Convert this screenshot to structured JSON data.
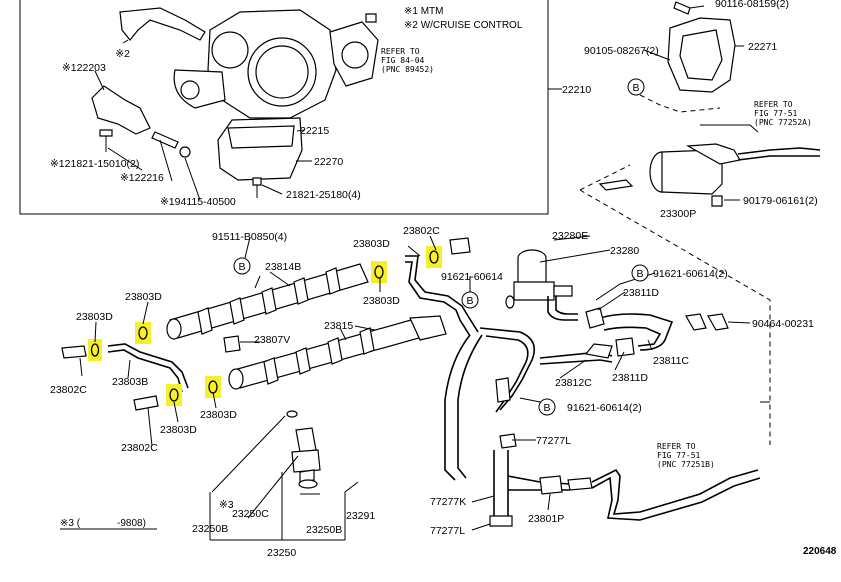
{
  "diagram": {
    "legend": {
      "note1": "※1 MTM",
      "note2": "※2 W/CRUISE CONTROL",
      "note3_mark": "※3 (",
      "note3_range": "-9808)"
    },
    "references": [
      {
        "line1": "REFER TO",
        "line2": "FIG 84-04",
        "line3": "(PNC 89452)"
      },
      {
        "line1": "REFER TO",
        "line2": "FIG 77-51",
        "line3": "(PNC 77252A)"
      },
      {
        "line1": "REFER TO",
        "line2": "FIG 77-51",
        "line3": "(PNC 77251B)"
      }
    ],
    "parts": {
      "p90116": "90116-08159(2)",
      "p22271": "22271",
      "p90105": "90105-08267(2)",
      "p22210": "22210",
      "p22203": "※122203",
      "mark2": "※2",
      "p22215": "22215",
      "p22270": "22270",
      "p21821a": "※121821-15010(2)",
      "p22216": "※122216",
      "p21821b": "21821-25180(4)",
      "p94115": "※194115-40500",
      "p90179": "90179-06161(2)",
      "p23300P": "23300P",
      "p91511": "91511-B0850(4)",
      "p23803D_top": "23803D",
      "p23802C_top": "23802C",
      "p23280E": "23280E",
      "p23280": "23280",
      "p23814B": "23814B",
      "p91621_a": "91621-60614",
      "p91621_b": "91621-60614(2)",
      "p23803D_mid": "23803D",
      "p23811D_a": "23811D",
      "p90464": "90464-00231",
      "p23803D_l1": "23803D",
      "p23803D_l2": "23803D",
      "p23815": "23815",
      "p23807V": "23807V",
      "p23811C": "23811C",
      "p23802C_left": "23802C",
      "p23803B": "23803B",
      "p23812C": "23812C",
      "p23811D_b": "23811D",
      "p91621_c": "91621-60614(2)",
      "p23803D_b1": "23803D",
      "p23803D_b2": "23803D",
      "p23802C_bot": "23802C",
      "p77277L_a": "77277L",
      "mark3": "※3",
      "p23250C": "23250C",
      "p77277K": "77277K",
      "p23291": "23291",
      "p23801P": "23801P",
      "p23250B_a": "23250B",
      "p23250B_b": "23250B",
      "p77277L_b": "77277L",
      "p23250": "23250",
      "callout_B": "B"
    },
    "page_code": "220648"
  },
  "colors": {
    "highlight": "#f7ef2a",
    "ink": "#000000",
    "background": "#ffffff"
  }
}
